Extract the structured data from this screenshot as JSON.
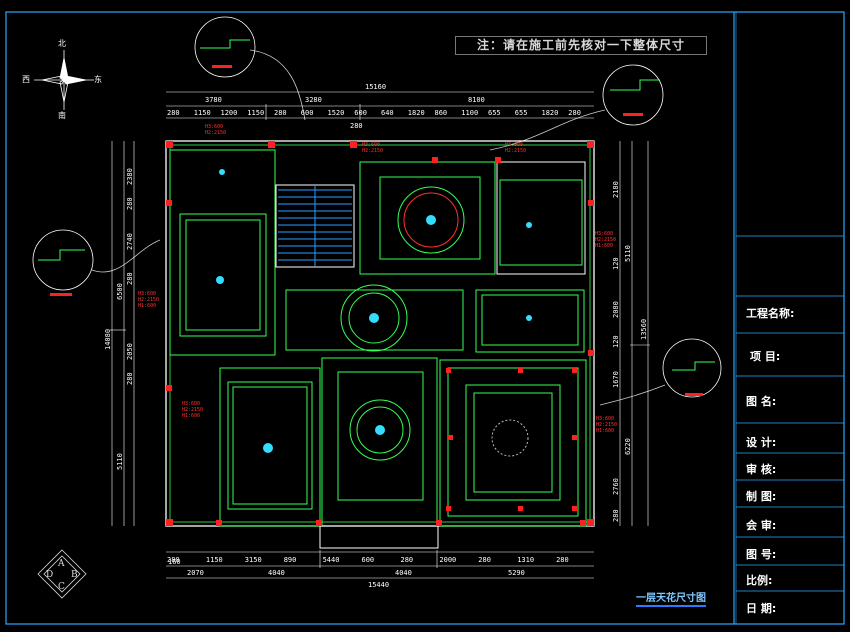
{
  "note": "注：请在施工前先核对一下整体尺寸",
  "compass": {
    "north": "北",
    "south": "南",
    "east": "东",
    "west": "西"
  },
  "sheet_title": "一层天花尺寸图",
  "title_block": [
    {
      "key": "project_name",
      "label": "工程名称:"
    },
    {
      "key": "item",
      "label": "项  目:"
    },
    {
      "key": "drawing_name",
      "label": "图  名:"
    },
    {
      "key": "design",
      "label": "设  计:"
    },
    {
      "key": "review",
      "label": "审  核:"
    },
    {
      "key": "drafting",
      "label": "制  图:"
    },
    {
      "key": "countersign",
      "label": "会  审:"
    },
    {
      "key": "drawing_no",
      "label": "图  号:"
    },
    {
      "key": "scale",
      "label": "比例:"
    },
    {
      "key": "date",
      "label": "日  期:"
    }
  ],
  "logo_letters": [
    "D",
    "A",
    "B",
    "C"
  ],
  "dimensions": {
    "top_total": "15160",
    "top_row2": [
      "3780",
      "3280",
      "8100"
    ],
    "top_row3": [
      "280",
      "1150",
      "1200",
      "1150",
      "280",
      "600",
      "1520",
      "600",
      "640",
      "1820",
      "860",
      "1100",
      "655",
      "655",
      "1820",
      "280"
    ],
    "top_mid": "280",
    "bottom_row1": [
      "280",
      "1150",
      "3150",
      "890",
      "5440",
      "600",
      "280",
      "2000",
      "280",
      "1310",
      "280"
    ],
    "bottom_row2": [
      "160",
      "2070",
      "4040",
      "4040",
      "5290"
    ],
    "bottom_total": "15440",
    "left_outer": "14080",
    "left_mid": [
      "6500",
      "5110"
    ],
    "left_inner": [
      "2380",
      "280",
      "2740",
      "280",
      "2050",
      "280"
    ],
    "right_outer": "13560",
    "right_mid": [
      "5110",
      "6220"
    ],
    "right_inner": [
      "2180",
      "120",
      "2080",
      "120",
      "1670",
      "2760",
      "280"
    ]
  }
}
